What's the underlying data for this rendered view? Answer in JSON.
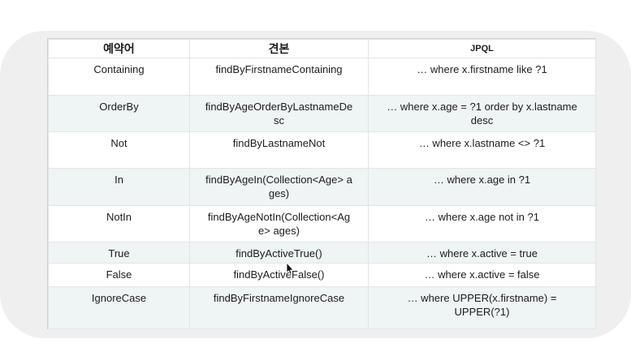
{
  "card": {
    "background": "#efefef"
  },
  "table": {
    "headers": [
      "예약어",
      "견본",
      "JPQL"
    ],
    "header_keys": [
      "keyword",
      "sample",
      "jpql"
    ],
    "rows": [
      {
        "keyword": "Containing",
        "sample": "findByFirstnameContaining",
        "jpql": "… where x.firstname like ?1"
      },
      {
        "keyword": "OrderBy",
        "sample": "findByAgeOrderByLastnameDe\nsc",
        "jpql": "… where x.age = ?1 order by x.lastname\ndesc"
      },
      {
        "keyword": "Not",
        "sample": "findByLastnameNot",
        "jpql": "… where x.lastname <> ?1"
      },
      {
        "keyword": "In",
        "sample": "findByAgeIn(Collection<Age> a\nges)",
        "jpql": "… where x.age in ?1"
      },
      {
        "keyword": "NotIn",
        "sample": "findByAgeNotIn(Collection<Ag\ne> ages)",
        "jpql": "… where x.age not in ?1"
      },
      {
        "keyword": "True",
        "sample": "findByActiveTrue()",
        "jpql": "… where x.active = true"
      },
      {
        "keyword": "False",
        "sample": "findByActiveFalse()",
        "jpql": "… where x.active = false"
      },
      {
        "keyword": "IgnoreCase",
        "sample": "findByFirstnameIgnoreCase",
        "jpql": "… where UPPER(x.firstname) =\nUPPER(?1)"
      }
    ],
    "colors": {
      "zebra_row": "#eff4f5",
      "grid_border": "#e2e5e6",
      "outer_border": "#cdd0d1",
      "text": "#1c1c1c"
    }
  },
  "cursor": {
    "icon": "arrow-cursor"
  }
}
